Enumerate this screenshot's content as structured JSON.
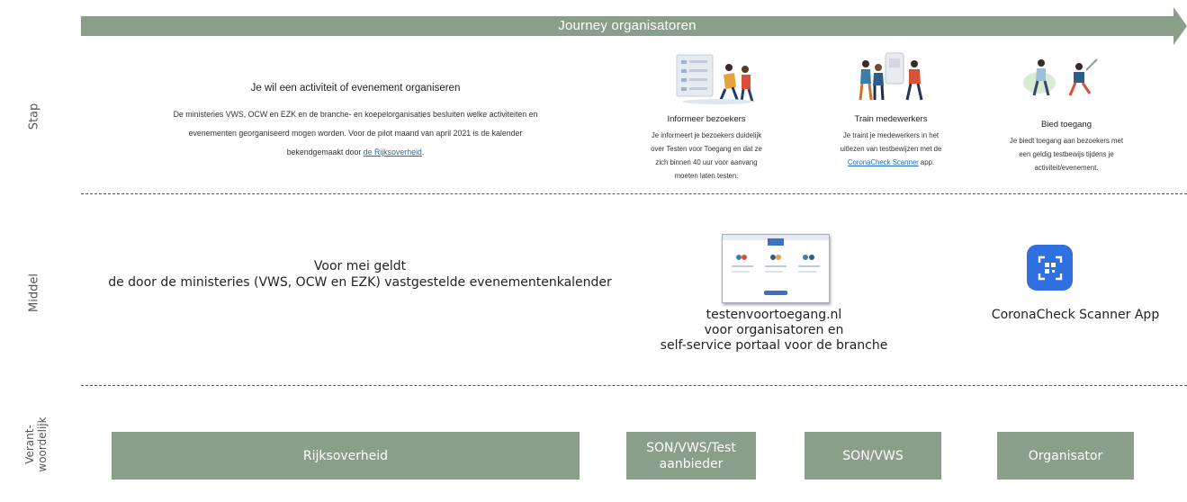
{
  "journey": {
    "title": "Journey organisatoren"
  },
  "row_labels": {
    "stap": "Stap",
    "middel": "Middel",
    "verantwoordelijk_1": "Verant-",
    "verantwoordelijk_2": "woordelijk"
  },
  "stap": {
    "title": "Je wil een activiteit of evenement organiseren",
    "line1": "De ministeries VWS, OCW en EZK en de branche- en koepelorganisaties besluiten welke activiteiten en",
    "line2": "evenementen georganiseerd mogen worden. Voor de pilot maand van april 2021 is de kalender",
    "line3_prefix": "bekendgemaakt door ",
    "line3_link": "de Rijksoverheid",
    "line3_suffix": ".",
    "steps": [
      {
        "title": "Informeer bezoekers",
        "lines": [
          "Je informeert je bezoekers duidelijk",
          "over Testen voor Toegang en dat ze",
          "zich binnen 40 uur voor aanvang",
          "moeten laten testen."
        ]
      },
      {
        "title": "Train medewerkers",
        "lines": [
          "Je traint je medewerkers in het",
          "uitlezen van testbewijzen met de"
        ],
        "link": "CoronaCheck Scanner",
        "link_suffix": " app."
      },
      {
        "title": "Bied toegang",
        "lines": [
          "Je biedt toegang aan bezoekers met",
          "een geldig testbewijs tijdens je",
          "activiteit/evenement."
        ]
      }
    ]
  },
  "middel": {
    "calendar_line1": "Voor mei geldt",
    "calendar_line2": "de door de ministeries (VWS, OCW en EZK) vastgestelde evenementenkalender",
    "portal_line1": "testenvoortoegang.nl",
    "portal_line2": "voor organisatoren en",
    "portal_line3": "self-service portaal voor de branche",
    "app_label": "CoronaCheck Scanner App"
  },
  "verantwoordelijk": {
    "rijksoverheid": "Rijksoverheid",
    "son_test_line1": "SON/VWS/Test",
    "son_test_line2": "aanbieder",
    "son_vws": "SON/VWS",
    "organisator": "Organisator"
  },
  "colors": {
    "accent": "#8a9f89",
    "link": "#1f6bb8",
    "app_icon": "#2f6fe0"
  }
}
